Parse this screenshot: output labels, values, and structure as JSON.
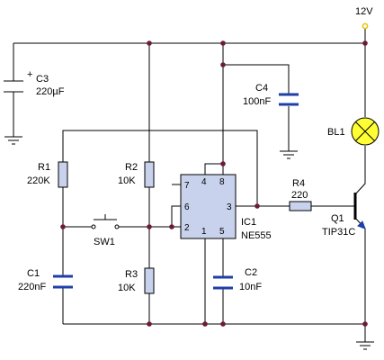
{
  "colors": {
    "wire": "#000000",
    "junction": "#6b1a3a",
    "component_fill": "#c8d2ec",
    "capacitor_plate": "#1f3fa8",
    "lamp_fill": "#ffff33",
    "supply_terminal": "#e6c200",
    "background": "#ffffff"
  },
  "supply": {
    "label": "12V"
  },
  "components": {
    "c3": {
      "name": "C3",
      "value": "220µF",
      "polarity": "+"
    },
    "c4": {
      "name": "C4",
      "value": "100nF"
    },
    "r1": {
      "name": "R1",
      "value": "220K"
    },
    "r2": {
      "name": "R2",
      "value": "10K"
    },
    "r3": {
      "name": "R3",
      "value": "10K"
    },
    "r4": {
      "name": "R4",
      "value": "220"
    },
    "c1": {
      "name": "C1",
      "value": "220nF"
    },
    "c2": {
      "name": "C2",
      "value": "10nF"
    },
    "sw1": {
      "name": "SW1"
    },
    "bl1": {
      "name": "BL1"
    },
    "q1": {
      "name": "Q1",
      "value": "TIP31C"
    },
    "ic1": {
      "name": "IC1",
      "value": "NE555",
      "pins": {
        "p1": "1",
        "p2": "2",
        "p3": "3",
        "p4": "4",
        "p5": "5",
        "p6": "6",
        "p7": "7",
        "p8": "8"
      }
    }
  },
  "icons": [
    "ground-icon",
    "lamp-icon",
    "npn-transistor-icon",
    "push-button-icon"
  ]
}
